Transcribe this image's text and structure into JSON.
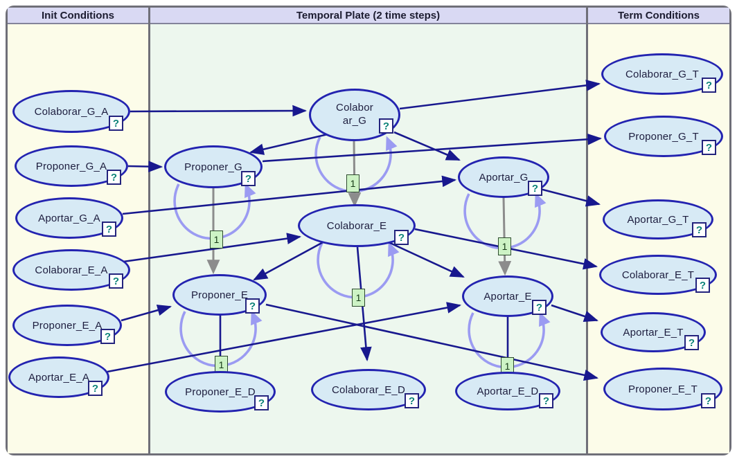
{
  "headers": {
    "init": {
      "label": "Init Conditions"
    },
    "temporal": {
      "label": "Temporal Plate (2 time steps)"
    },
    "term": {
      "label": "Term Conditions"
    }
  },
  "badges": {
    "temporal_order": "1",
    "question_mark": "?"
  },
  "nodes": {
    "colaborar_g_a": {
      "label": "Colaborar_G_A"
    },
    "proponer_g_a": {
      "label": "Proponer_G_A"
    },
    "aportar_g_a": {
      "label": "Aportar_G_A"
    },
    "colaborar_e_a": {
      "label": "Colaborar_E_A"
    },
    "proponer_e_a": {
      "label": "Proponer_E_A"
    },
    "aportar_e_a": {
      "label": "Aportar_E_A"
    },
    "colaborar_g": {
      "label": "Colaborar_G"
    },
    "proponer_g": {
      "label": "Proponer_G"
    },
    "aportar_g": {
      "label": "Aportar_G"
    },
    "colaborar_e": {
      "label": "Colaborar_E"
    },
    "proponer_e": {
      "label": "Proponer_E"
    },
    "aportar_e": {
      "label": "Aportar_E"
    },
    "proponer_e_d": {
      "label": "Proponer_E_D"
    },
    "colaborar_e_d": {
      "label": "Colaborar_E_D"
    },
    "aportar_e_d": {
      "label": "Aportar_E_D"
    },
    "colaborar_g_t": {
      "label": "Colaborar_G_T"
    },
    "proponer_g_t": {
      "label": "Proponer_G_T"
    },
    "aportar_g_t": {
      "label": "Aportar_G_T"
    },
    "colaborar_e_t": {
      "label": "Colaborar_E_T"
    },
    "aportar_e_t": {
      "label": "Aportar_E_T"
    },
    "proponer_e_t": {
      "label": "Proponer_E_T"
    }
  },
  "colors": {
    "node_fill": "#d7eaf5",
    "node_border": "#2323b0",
    "edge": "#18188e",
    "temporal_self_loop": "#9b9bf2",
    "temporal_cross_edge": "#8c8c8c",
    "order_badge_bg": "#cdf3c5",
    "question_mark": "#0c8378",
    "conditions_panel_bg": "#fcfce9",
    "temporal_panel_bg": "#edf7ee",
    "header_bg": "#d9d9f3"
  }
}
